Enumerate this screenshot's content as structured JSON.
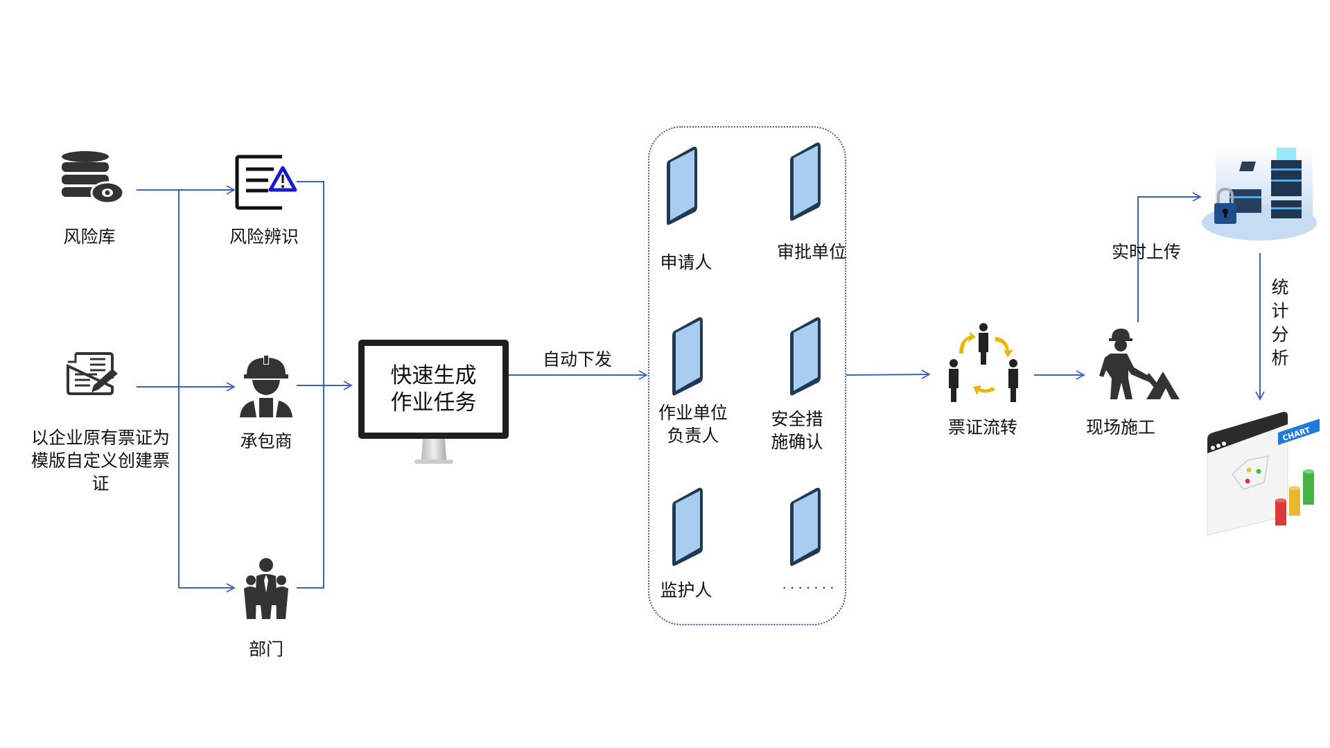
{
  "colors": {
    "arrow": "#3b5fc0",
    "phone": "#a8cdee",
    "phone_edge": "#1f3a52",
    "icon": "#333333",
    "warning": "#1a1ac8",
    "rotate_arrows": "#e6b800"
  },
  "sources": {
    "risk_db": {
      "label": "风险库",
      "icon": "database-eye-icon"
    },
    "template": {
      "label_lines": [
        "以企业原有票证为",
        "模版自定义创建票",
        "证"
      ],
      "icon": "document-edit-icon"
    }
  },
  "targets": {
    "risk_identify": {
      "label": "风险辨识",
      "icon": "document-warning-icon"
    },
    "contractor": {
      "label": "承包商",
      "icon": "worker-helmet-icon"
    },
    "department": {
      "label": "部门",
      "icon": "people-group-icon"
    }
  },
  "monitor": {
    "lines": [
      "快速生成",
      "作业任务"
    ]
  },
  "edge_auto": "自动下发",
  "roles": [
    {
      "lines": [
        "申请人"
      ]
    },
    {
      "lines": [
        "审批单位"
      ]
    },
    {
      "lines": [
        "作业单位",
        "负责人"
      ]
    },
    {
      "lines": [
        "安全措",
        "施确认"
      ]
    },
    {
      "lines": [
        "监护人"
      ]
    },
    {
      "lines": [
        "· · · · · · ·"
      ]
    }
  ],
  "flow": {
    "label": "票证流转",
    "icon": "people-cycle-icon"
  },
  "construction": {
    "label": "现场施工",
    "icon": "construction-worker-icon"
  },
  "upload": "实时上传",
  "cloud": {
    "icon": "server-cloud-icon"
  },
  "stats": {
    "chars": [
      "统",
      "计",
      "分",
      "析"
    ]
  },
  "chart_image": {
    "icon": "chart-dashboard-icon",
    "banner": "CHART"
  }
}
